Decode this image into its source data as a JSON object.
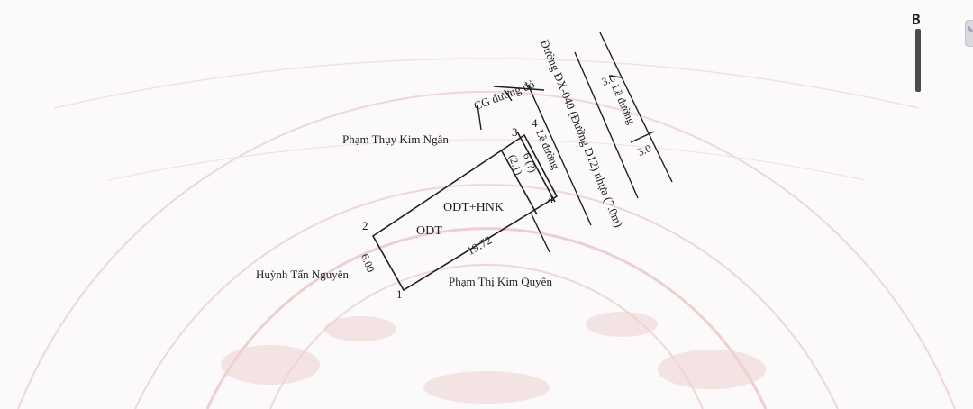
{
  "diagram": {
    "north_marker": "B",
    "roads": {
      "red_line_label": "CG đường đỏ",
      "road_name": "Đường ĐX-040 (Đường D12) nhựa (7.0m)",
      "sidewalk_label": "Lề đường",
      "sidewalk_right_top": "3.0",
      "sidewalk_right_bottom": "3.0"
    },
    "plot": {
      "zone_main": "ODT",
      "zone_combo": "ODT+HNK",
      "length_label": "19.72",
      "width_label": "6.00",
      "front_width_label": "6 (?)",
      "front_sub_label": "(2.1)"
    },
    "vertices": [
      "1",
      "2",
      "3",
      "4",
      "4"
    ],
    "neighbors": {
      "north": "Phạm Thụy Kim Ngân",
      "west": "Huỳnh Tấn Nguyên",
      "south": "Phạm Thị Kim Quyên"
    },
    "colors": {
      "ink": "#1e1e1e",
      "paper": "#fbf9f9",
      "watermark": "#e8caca"
    }
  }
}
